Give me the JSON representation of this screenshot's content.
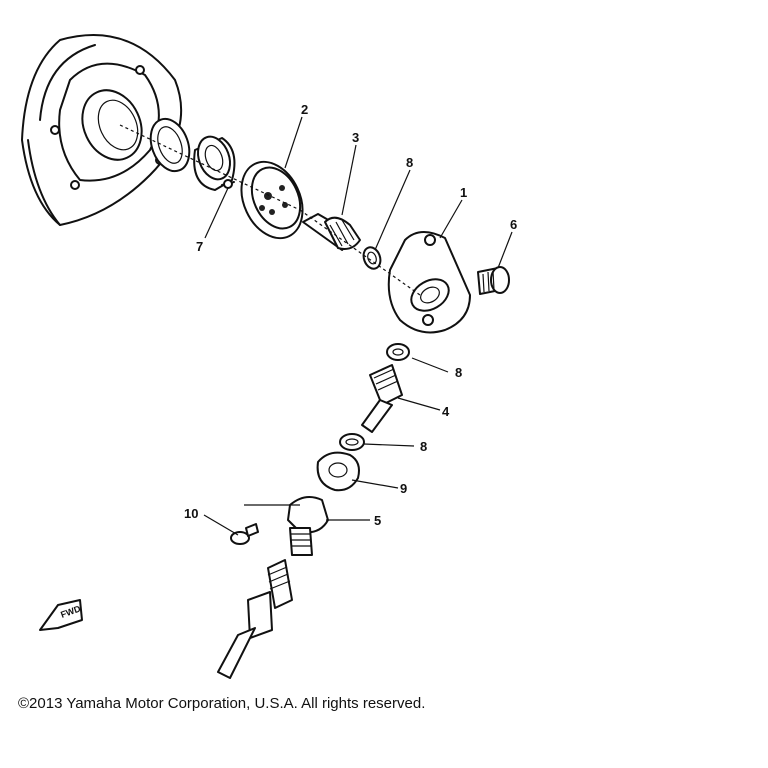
{
  "diagram": {
    "callouts": [
      {
        "id": "c2",
        "label": "2"
      },
      {
        "id": "c3",
        "label": "3"
      },
      {
        "id": "c8a",
        "label": "8"
      },
      {
        "id": "c1",
        "label": "1"
      },
      {
        "id": "c6",
        "label": "6"
      },
      {
        "id": "c7",
        "label": "7"
      },
      {
        "id": "c8b",
        "label": "8"
      },
      {
        "id": "c4",
        "label": "4"
      },
      {
        "id": "c8c",
        "label": "8"
      },
      {
        "id": "c9",
        "label": "9"
      },
      {
        "id": "c10",
        "label": "10"
      },
      {
        "id": "c5",
        "label": "5"
      }
    ],
    "fwd_marker": "FWD"
  },
  "copyright": "©2013 Yamaha Motor Corporation, U.S.A. All rights reserved."
}
